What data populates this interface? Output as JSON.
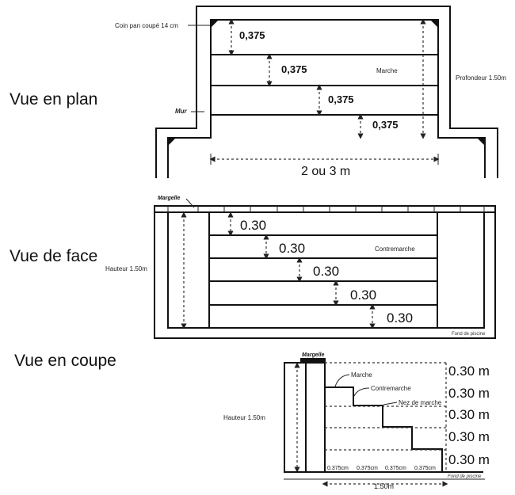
{
  "views": {
    "plan": {
      "title": "Vue en plan",
      "corner_label": "Coin pan coupé 14 cm",
      "wall_label": "Mur",
      "step_label": "Marche",
      "depth_label": "Profondeur 1.50m",
      "width_label": "2 ou 3 m",
      "step_depths": [
        "0,375",
        "0,375",
        "0,375",
        "0,375"
      ]
    },
    "face": {
      "title": "Vue de face",
      "coping_label": "Margelle",
      "height_label": "Hauteur 1.50m",
      "riser_label": "Contremarche",
      "bottom_label": "Fond de piscine",
      "riser_heights": [
        "0.30",
        "0.30",
        "0.30",
        "0.30",
        "0.30"
      ]
    },
    "section": {
      "title": "Vue en coupe",
      "coping_label": "Margelle",
      "height_label": "Hauteur 1.50m",
      "tread_label": "Marche",
      "riser_label": "Contremarche",
      "nosing_label": "Nez de marche",
      "bottom_label": "Fond de piscine",
      "length_label": "1.50m",
      "riser_heights": [
        "0.30 m",
        "0.30 m",
        "0.30 m",
        "0.30 m",
        "0.30 m"
      ],
      "tread_depths": [
        "0,375cm",
        "0,375cm",
        "0,375cm",
        "0,375cm"
      ]
    }
  }
}
